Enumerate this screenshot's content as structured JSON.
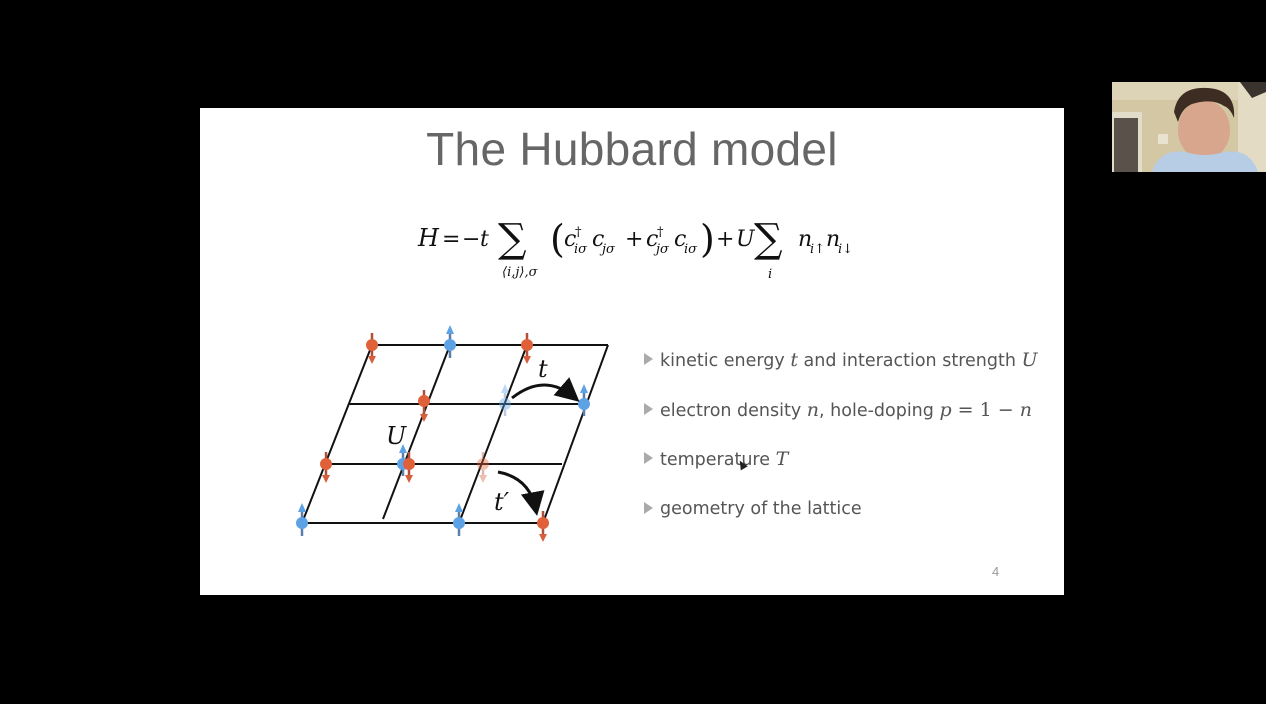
{
  "slide": {
    "title": "The Hubbard model",
    "page_number": "4",
    "equation": {
      "lhs": "H",
      "equals": "=",
      "minus": "−",
      "t": "t",
      "sum1_lower": "⟨i,j⟩,σ",
      "term1_c": "c",
      "term1_sup": "†",
      "term1_sub": "iσ",
      "term2_c": "c",
      "term2_sub": "jσ",
      "plus": "+",
      "term3_c": "c",
      "term3_sup": "†",
      "term3_sub": "jσ",
      "term4_c": "c",
      "term4_sub": "iσ",
      "plus2": "+",
      "U": "U",
      "sum2_lower": "i",
      "n1": "n",
      "n1_sub": "i↑",
      "n2": "n",
      "n2_sub": "i↓",
      "sigma": "∑",
      "lparen": "(",
      "rparen": ")"
    },
    "lattice": {
      "labels": {
        "t": "t",
        "t_prime": "t′",
        "U": "U"
      },
      "colors": {
        "spin_up": "#5ea2e6",
        "spin_down": "#e0603a",
        "line": "#111111"
      }
    },
    "bullets": [
      {
        "pre": "kinetic energy ",
        "m1": "t",
        "mid": " and interaction strength ",
        "m2": "U",
        "post": ""
      },
      {
        "pre": "electron density ",
        "m1": "n",
        "mid": ", hole-doping ",
        "m2": "p",
        "post": " = 1 − ",
        "m3": "n"
      },
      {
        "pre": "temperature ",
        "m1": "T"
      },
      {
        "pre": "geometry of the lattice"
      }
    ]
  },
  "webcam": {
    "label": "presenter video"
  }
}
